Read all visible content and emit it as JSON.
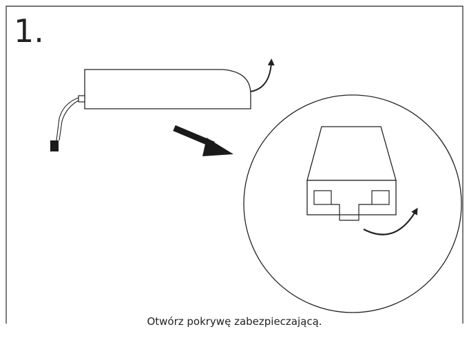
{
  "step": {
    "number": "1."
  },
  "caption": "Otwórz pokrywę zabezpieczającą.",
  "colors": {
    "stroke": "#222222",
    "fill": "#1a1a1a",
    "background": "#ffffff"
  },
  "icons": [
    "battery-pack-outline",
    "cable-connector",
    "rotate-arrow-icon",
    "direction-arrow-icon",
    "magnified-detail-circle"
  ]
}
